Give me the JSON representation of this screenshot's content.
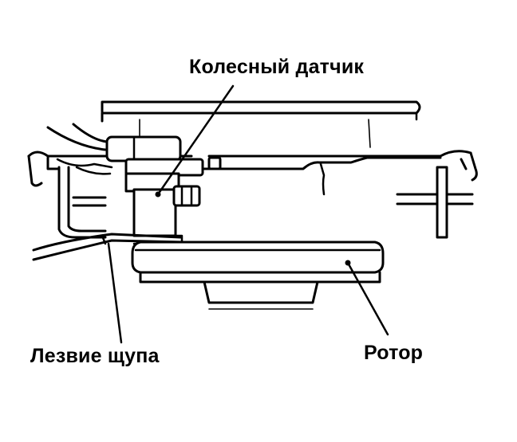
{
  "labels": {
    "wheel_sensor": "Колесный датчик",
    "feeler_blade": "Лезвие щупа",
    "rotor": "Ротор"
  }
}
